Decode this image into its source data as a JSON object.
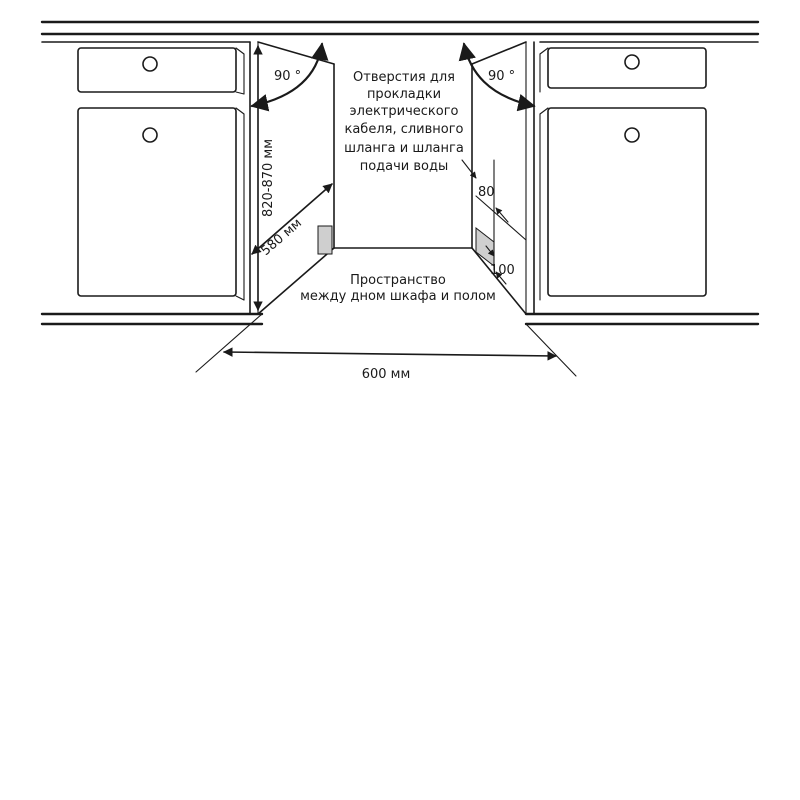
{
  "labels": {
    "holes_note": [
      "Отверстия для",
      "прокладки",
      "электрического",
      "кабеля, сливного",
      "шланга и шланга",
      "подачи воды"
    ],
    "gap_note": [
      "Пространство",
      "между дном шкафа и полом"
    ],
    "angle_left": "90 °",
    "angle_right": "90 °",
    "height_dim": "820-870 мм",
    "depth_dim": "580 мм",
    "width_dim": "600 мм",
    "dim_80": "80",
    "dim_100": "100"
  },
  "colors": {
    "line": "#1a1a1a",
    "background": "#ffffff",
    "hatch": "#cfcfcf"
  }
}
